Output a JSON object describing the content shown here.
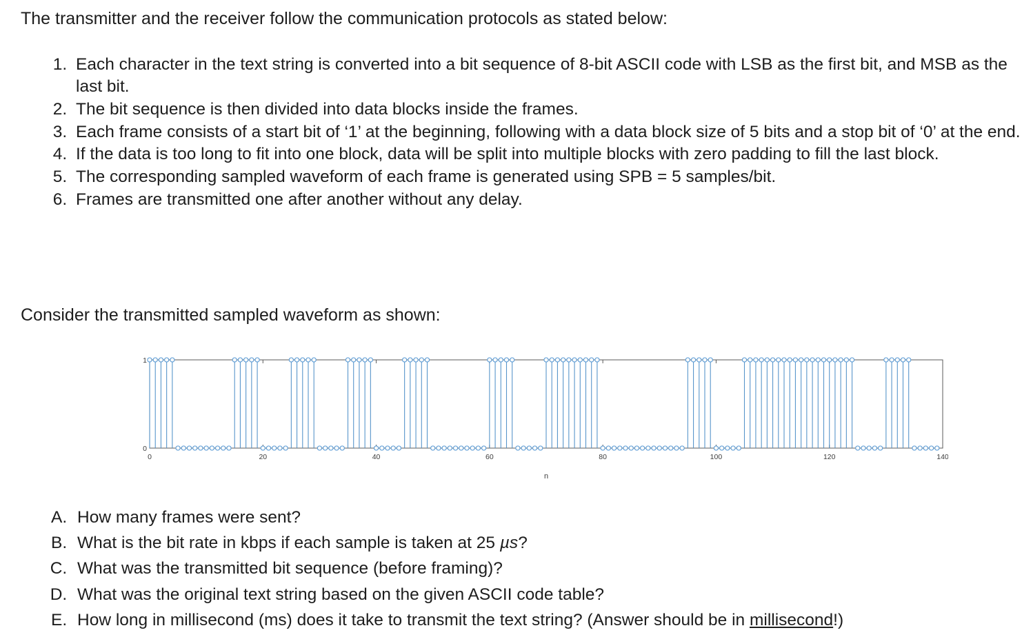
{
  "intro": {
    "text": "The transmitter and the receiver follow the communication protocols as stated below:"
  },
  "protocols": [
    "Each character in the text string is converted into a bit sequence of 8-bit ASCII code with LSB as the first bit, and MSB as the last bit.",
    "The bit sequence is then divided into data blocks inside the frames.",
    "Each frame consists of a start bit of ‘1’ at the beginning, following with a data block size of 5 bits and a stop bit of ‘0’ at the end.",
    "If the data is too long to fit into one block, data will be split into multiple blocks with zero padding to fill the last block.",
    "The corresponding sampled waveform of each frame is generated using SPB = 5 samples/bit.",
    "Frames are transmitted one after another without any delay."
  ],
  "consider": {
    "text": "Consider the transmitted sampled waveform as shown:"
  },
  "questions": [
    "How many frames were sent?",
    "What is the bit rate in kbps if each sample is taken at 25 µs?",
    "What was the transmitted bit sequence (before framing)?",
    "What was the original text string based on the given ASCII code table?",
    "How long in millisecond (ms) does it take to transmit the text string? (Answer should be in millisecond!)"
  ],
  "question_e_parts": {
    "lead": "How long in millisecond (ms) does it take to transmit the text string? (Answer should be in ",
    "underlined": "millisecond",
    "tail": "!)"
  },
  "question_b_parts": {
    "lead": "What is the bit rate in kbps if each sample is taken at 25 ",
    "italic": "µs",
    "tail": "?"
  },
  "chart_data": {
    "type": "line",
    "title": "",
    "xlabel": "n",
    "ylabel": "",
    "xlim": [
      0,
      140
    ],
    "ylim": [
      0,
      1
    ],
    "xticks": [
      0,
      20,
      40,
      60,
      80,
      100,
      120,
      140
    ],
    "xticklabels": [
      "0",
      "20",
      "40",
      "60",
      "80",
      "100",
      "120",
      "140"
    ],
    "yticks": [
      0,
      1
    ],
    "yticklabels": [
      "0",
      "1"
    ],
    "grid": false,
    "legend": null,
    "marker": "circle-open",
    "stem_color": "#4f90c8",
    "marker_edge_color": "#5b9bd5",
    "axis_color": "#5a5a5a",
    "samples_per_bit": 5,
    "frame_length_bits": 7,
    "num_frames": 4,
    "total_samples": 140,
    "bits": [
      1,
      0,
      0,
      1,
      0,
      1,
      0,
      1,
      0,
      1,
      0,
      0,
      1,
      0,
      1,
      1,
      0,
      0,
      0,
      1,
      0,
      1,
      1,
      1,
      1,
      0,
      1,
      0
    ],
    "x": [
      0,
      1,
      2,
      3,
      4,
      5,
      6,
      7,
      8,
      9,
      10,
      11,
      12,
      13,
      14,
      15,
      16,
      17,
      18,
      19,
      20,
      21,
      22,
      23,
      24,
      25,
      26,
      27,
      28,
      29,
      30,
      31,
      32,
      33,
      34,
      35,
      36,
      37,
      38,
      39,
      40,
      41,
      42,
      43,
      44,
      45,
      46,
      47,
      48,
      49,
      50,
      51,
      52,
      53,
      54,
      55,
      56,
      57,
      58,
      59,
      60,
      61,
      62,
      63,
      64,
      65,
      66,
      67,
      68,
      69,
      70,
      71,
      72,
      73,
      74,
      75,
      76,
      77,
      78,
      79,
      80,
      81,
      82,
      83,
      84,
      85,
      86,
      87,
      88,
      89,
      90,
      91,
      92,
      93,
      94,
      95,
      96,
      97,
      98,
      99,
      100,
      101,
      102,
      103,
      104,
      105,
      106,
      107,
      108,
      109,
      110,
      111,
      112,
      113,
      114,
      115,
      116,
      117,
      118,
      119,
      120,
      121,
      122,
      123,
      124,
      125,
      126,
      127,
      128,
      129,
      130,
      131,
      132,
      133,
      134,
      135,
      136,
      137,
      138,
      139
    ],
    "values": [
      1,
      1,
      1,
      1,
      1,
      0,
      0,
      0,
      0,
      0,
      0,
      0,
      0,
      0,
      0,
      1,
      1,
      1,
      1,
      1,
      0,
      0,
      0,
      0,
      0,
      1,
      1,
      1,
      1,
      1,
      0,
      0,
      0,
      0,
      0,
      1,
      1,
      1,
      1,
      1,
      0,
      0,
      0,
      0,
      0,
      1,
      1,
      1,
      1,
      1,
      0,
      0,
      0,
      0,
      0,
      0,
      0,
      0,
      0,
      0,
      1,
      1,
      1,
      1,
      1,
      0,
      0,
      0,
      0,
      0,
      1,
      1,
      1,
      1,
      1,
      1,
      1,
      1,
      1,
      1,
      0,
      0,
      0,
      0,
      0,
      0,
      0,
      0,
      0,
      0,
      0,
      0,
      0,
      0,
      0,
      1,
      1,
      1,
      1,
      1,
      0,
      0,
      0,
      0,
      0,
      1,
      1,
      1,
      1,
      1,
      1,
      1,
      1,
      1,
      1,
      1,
      1,
      1,
      1,
      1,
      1,
      1,
      1,
      1,
      1,
      0,
      0,
      0,
      0,
      0,
      1,
      1,
      1,
      1,
      1,
      0,
      0,
      0,
      0,
      0
    ]
  }
}
